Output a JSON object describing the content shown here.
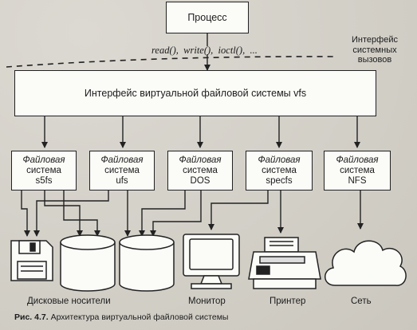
{
  "process": "Процесс",
  "calls": "read(),  write(),  ioctl(),  ...",
  "syscall_interface": [
    "Интерфейс",
    "системных",
    "вызовов"
  ],
  "vfs": "Интерфейс виртуальной файловой системы vfs",
  "filesystems": [
    {
      "kind1": "Файловая",
      "kind2": "система",
      "name": "s5fs"
    },
    {
      "kind1": "Файловая",
      "kind2": "система",
      "name": "ufs"
    },
    {
      "kind1": "Файловая",
      "kind2": "система",
      "name": "DOS"
    },
    {
      "kind1": "Файловая",
      "kind2": "система",
      "name": "specfs"
    },
    {
      "kind1": "Файловая",
      "kind2": "система",
      "name": "NFS"
    }
  ],
  "devices": {
    "disks": "Дисковые носители",
    "monitor": "Монитор",
    "printer": "Принтер",
    "network": "Сеть"
  },
  "caption": {
    "label": "Рис. 4.7.",
    "text": "Архитектура виртуальной файловой системы"
  }
}
